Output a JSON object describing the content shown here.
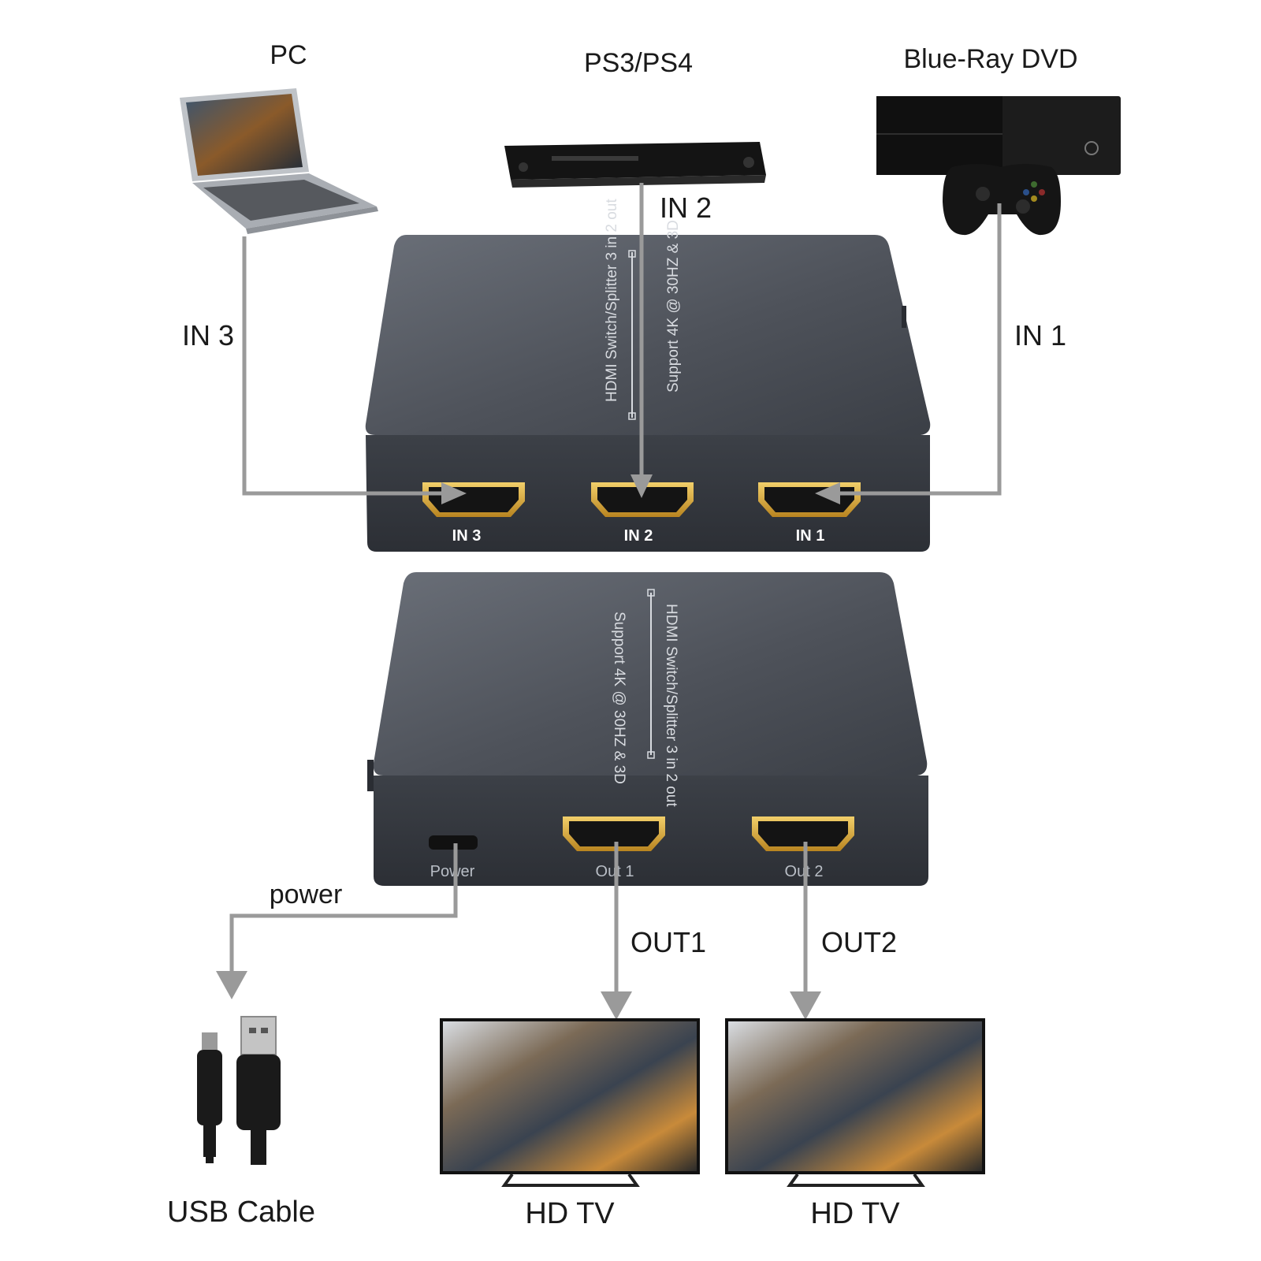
{
  "sources": {
    "pc": {
      "label": "PC",
      "icon": "laptop-icon"
    },
    "ps": {
      "label": "PS3/PS4",
      "icon": "bluray-player-icon"
    },
    "bluray": {
      "label": "Blue-Ray DVD",
      "icon": "game-console-icon"
    }
  },
  "links": {
    "in1": "IN 1",
    "in2": "IN 2",
    "in3": "IN 3",
    "out1": "OUT1",
    "out2": "OUT2",
    "power": "power"
  },
  "device": {
    "title": "HDMI Switch/Splitter 3 in 2 out",
    "subtitle": "Support 4K @ 30HZ & 3D",
    "input_ports": [
      "IN 3",
      "IN 2",
      "IN 1"
    ],
    "power_port": "Power",
    "output_ports": [
      "Out 1",
      "Out 2"
    ]
  },
  "sinks": {
    "usb": {
      "label": "USB Cable",
      "icon": "usb-cable-icon"
    },
    "tv1": {
      "label": "HD TV",
      "icon": "tv-icon"
    },
    "tv2": {
      "label": "HD TV",
      "icon": "tv-icon"
    }
  },
  "colors": {
    "device_body": "#3a3e45",
    "device_top": "#5a5e66",
    "arrow": "#9a9a9a",
    "hdmi_gold": "#d4a535"
  }
}
